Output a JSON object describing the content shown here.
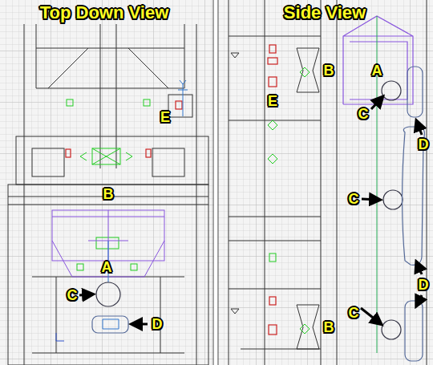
{
  "diagram": {
    "labels": [
      "Top Down View",
      "E",
      "B",
      "A",
      "C",
      "D",
      "Side View",
      "B",
      "A",
      "E",
      "C",
      "D",
      "C",
      "D",
      "C",
      "B"
    ]
  }
}
